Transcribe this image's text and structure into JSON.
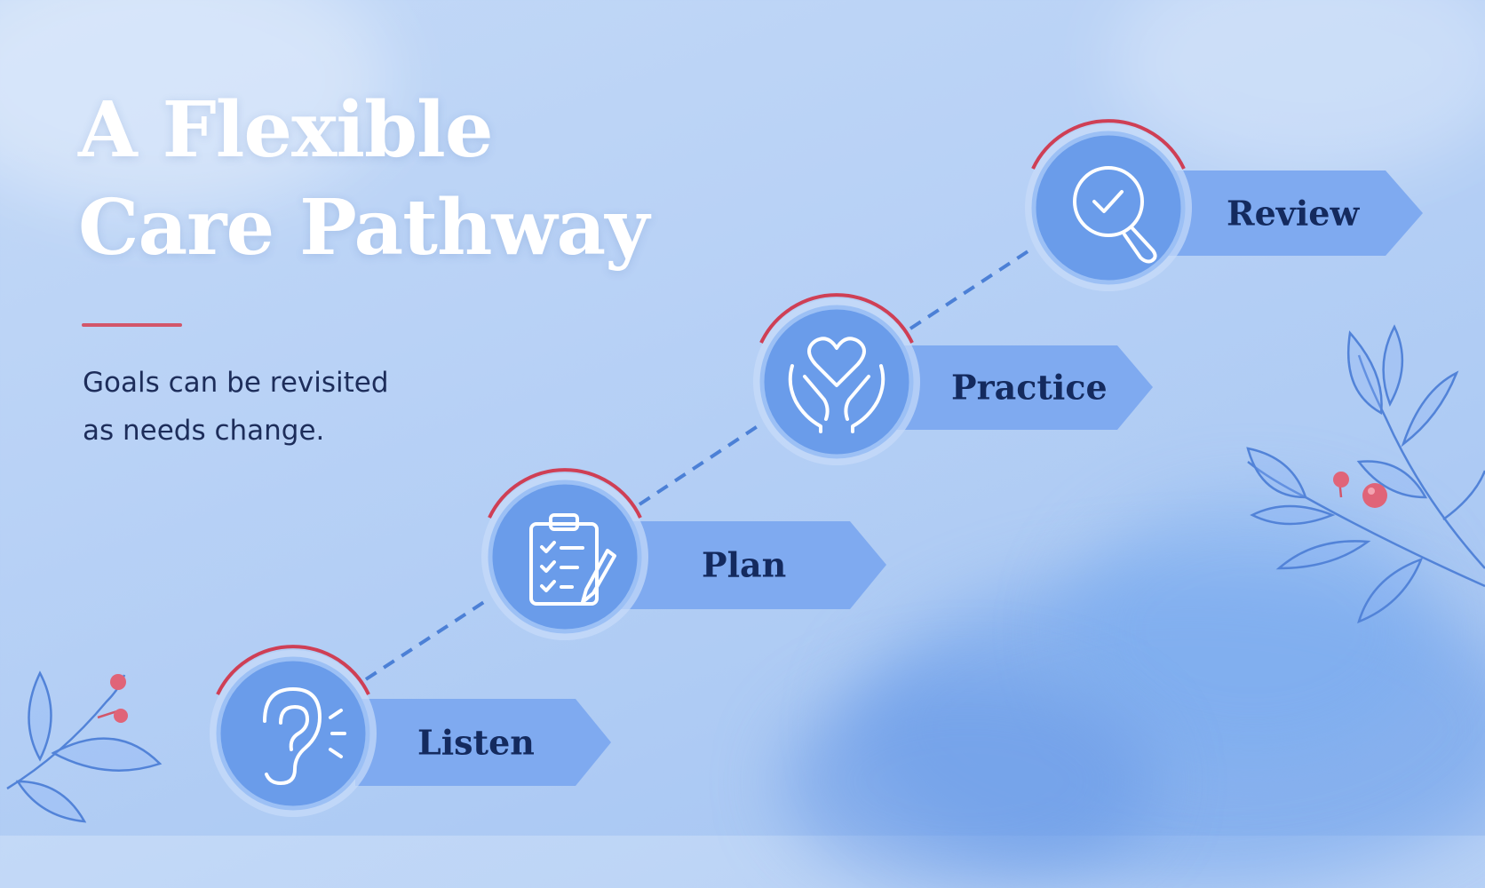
{
  "title": {
    "line1": "A Flexible",
    "line2": "Care Pathway"
  },
  "subtitle": {
    "line1": "Goals can be revisited",
    "line2": "as needs change."
  },
  "steps": [
    {
      "label": "Listen",
      "icon": "ear-icon"
    },
    {
      "label": "Plan",
      "icon": "clipboard-checklist-icon"
    },
    {
      "label": "Practice",
      "icon": "hands-heart-icon"
    },
    {
      "label": "Review",
      "icon": "magnifier-check-icon"
    }
  ],
  "colors": {
    "accent_red": "#d2566a",
    "circle_fill": "#6a9cea",
    "arrow_fill": "#7faaf0",
    "label_text": "#142a5e",
    "connector": "#4c80d6",
    "leaf_stroke": "#5283d8"
  }
}
